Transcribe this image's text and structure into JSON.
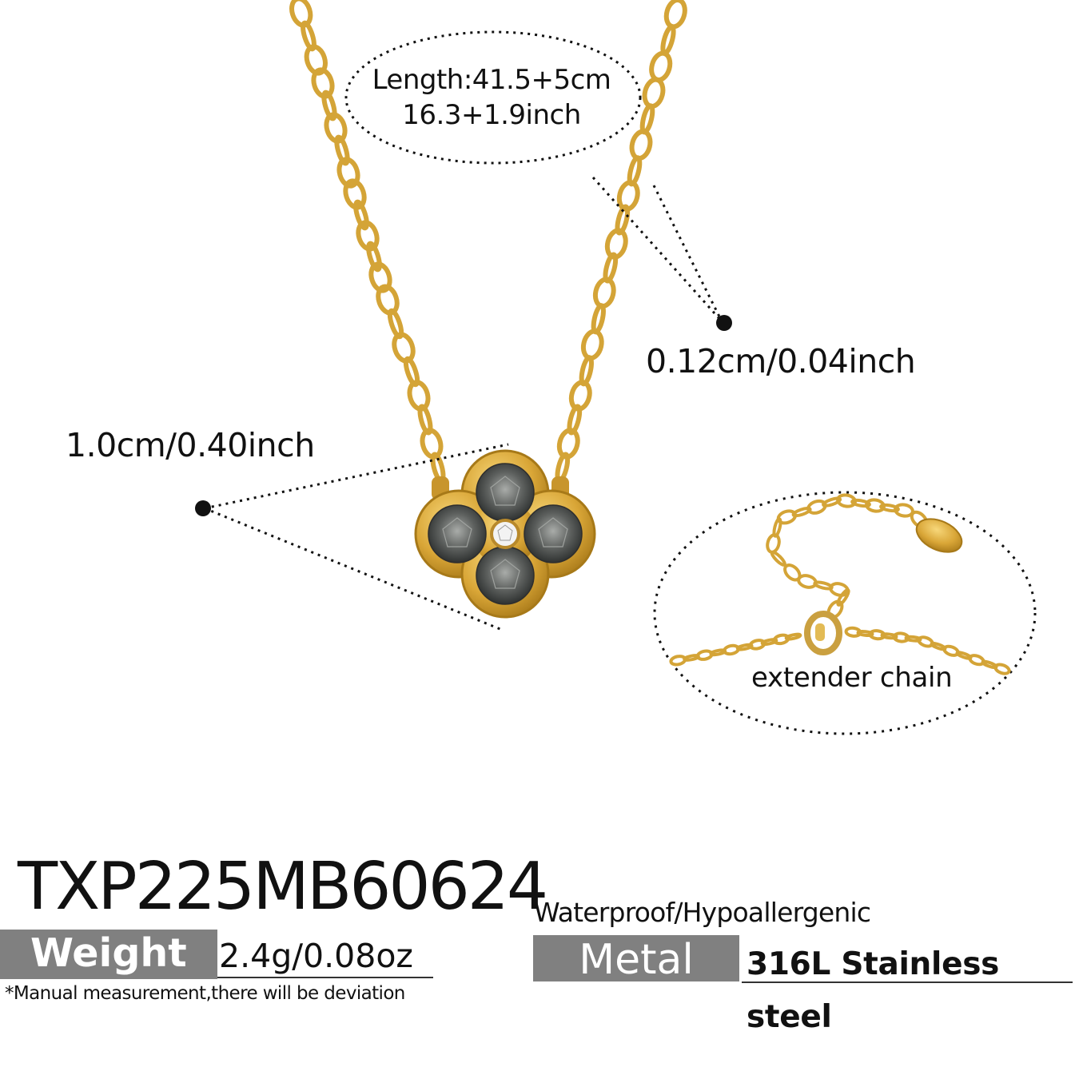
{
  "annotations": {
    "length_cm": "Length:41.5+5cm",
    "length_inch": "16.3+1.9inch",
    "chain_width": "0.12cm/0.04inch",
    "pendant_size": "1.0cm/0.40inch",
    "extender": "extender chain"
  },
  "product": {
    "code": "TXP225MB60624",
    "weight_label": "Weight",
    "weight_value": "2.4g/0.08oz",
    "footnote": "*Manual measurement,there will be deviation",
    "features": "Waterproof/Hypoallergenic",
    "metal_label": "Metal",
    "metal_value": "316L Stainless steel"
  },
  "colors": {
    "gold": "#d4a437",
    "gold_dark": "#a77918",
    "stone": "#5a5d5b",
    "tag_gray": "#808080"
  }
}
